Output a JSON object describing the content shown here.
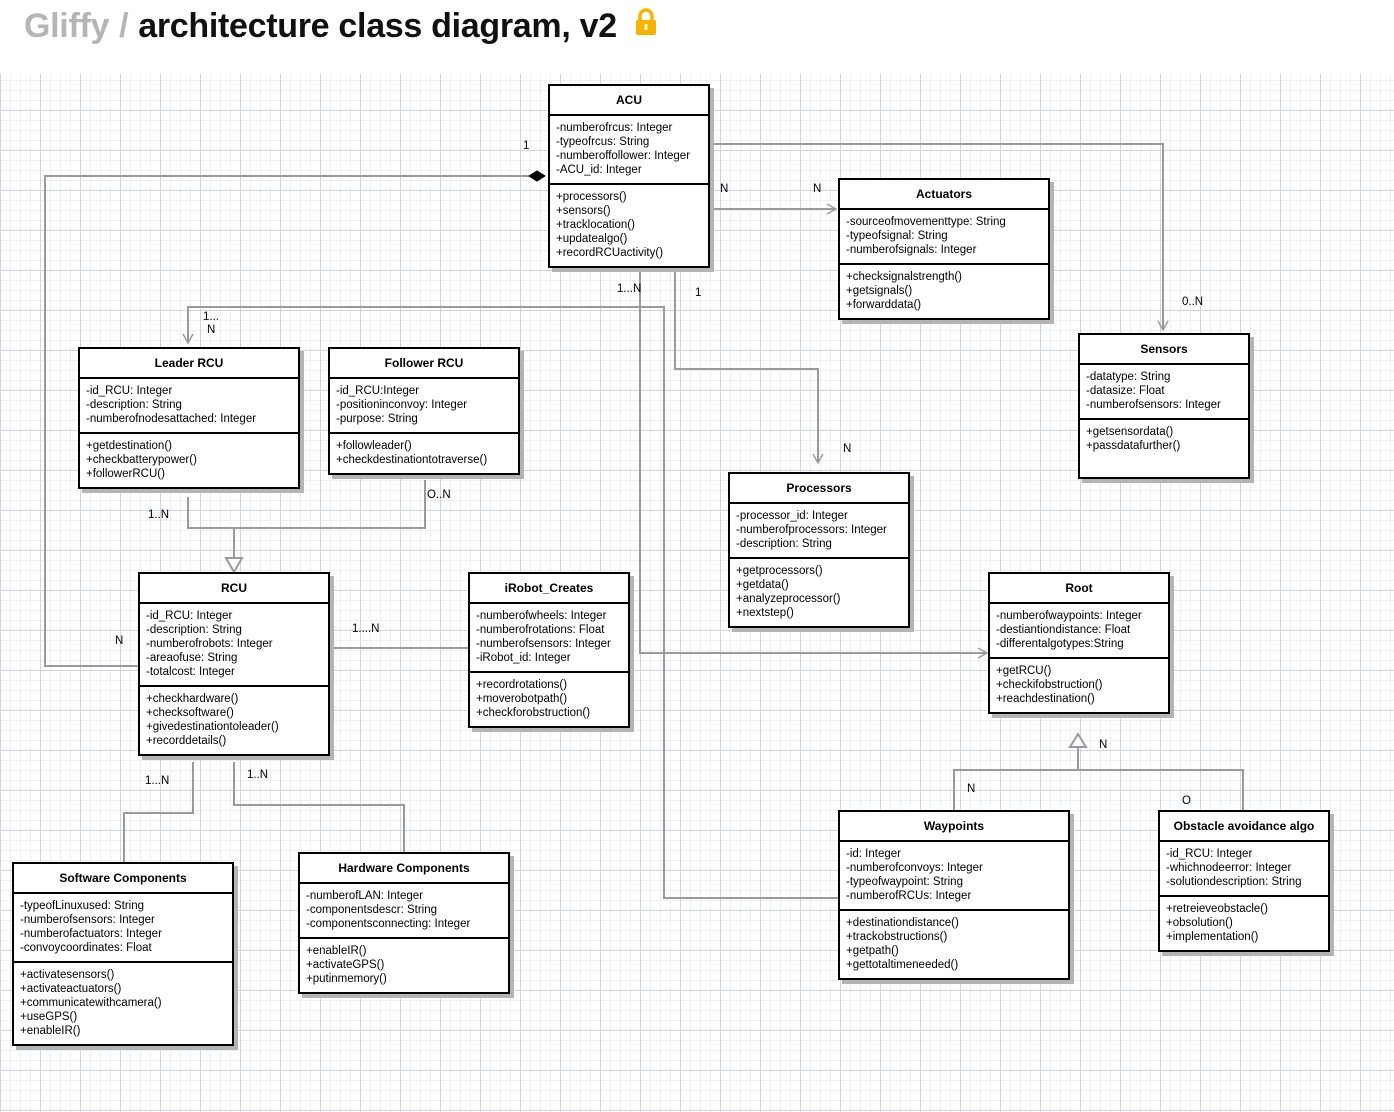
{
  "header": {
    "brand": "Gliffy",
    "separator": "/",
    "title": "architecture class diagram, v2",
    "lock_icon": "lock-icon",
    "lock_color": "#f5b400"
  },
  "colors": {
    "connector": "#9a9a9a",
    "grid": "#cfd3ea",
    "shadow": "#b4b4b4"
  },
  "classes": {
    "acu": {
      "name": "ACU",
      "attributes": [
        "-numberofrcus: Integer",
        "-typeofrcus: String",
        "-numberoffollower: Integer",
        "-ACU_id: Integer"
      ],
      "methods": [
        "+processors()",
        "+sensors()",
        "+tracklocation()",
        "+updatealgo()",
        "+recordRCUactivity()"
      ]
    },
    "actuators": {
      "name": "Actuators",
      "attributes": [
        "-sourceofmovementtype: String",
        "-typeofsignal: String",
        "-numberofsignals: Integer"
      ],
      "methods": [
        "+checksignalstrength()",
        "+getsignals()",
        "+forwarddata()"
      ]
    },
    "sensors": {
      "name": "Sensors",
      "attributes": [
        "-datatype: String",
        "-datasize: Float",
        "-numberofsensors: Integer"
      ],
      "methods": [
        "+getsensordata()",
        "+passdatafurther()"
      ]
    },
    "leader_rcu": {
      "name": "Leader RCU",
      "attributes": [
        "-id_RCU: Integer",
        "-description: String",
        "-numberofnodesattached: Integer"
      ],
      "methods": [
        "+getdestination()",
        "+checkbatterypower()",
        "+followerRCU()"
      ]
    },
    "follower_rcu": {
      "name": "Follower RCU",
      "attributes": [
        "-id_RCU:Integer",
        "-positioninconvoy: Integer",
        "-purpose: String"
      ],
      "methods": [
        "+followleader()",
        "+checkdestinationtotraverse()"
      ]
    },
    "processors": {
      "name": "Processors",
      "attributes": [
        "-processor_id: Integer",
        "-numberofprocessors: Integer",
        "-description: String"
      ],
      "methods": [
        "+getprocessors()",
        "+getdata()",
        "+analyzeprocessor()",
        "+nextstep()"
      ]
    },
    "rcu": {
      "name": "RCU",
      "attributes": [
        "-id_RCU: Integer",
        "-description: String",
        "-numberofrobots: Integer",
        "-areaofuse: String",
        "-totalcost: Integer"
      ],
      "methods": [
        "+checkhardware()",
        "+checksoftware()",
        "+givedestinationtoleader()",
        "+recorddetails()"
      ]
    },
    "irobot": {
      "name": "iRobot_Creates",
      "attributes": [
        "-numberofwheels: Integer",
        "-numberofrotations: Float",
        "-numberofsensors: Integer",
        "-iRobot_id: Integer"
      ],
      "methods": [
        "+recordrotations()",
        "+moverobotpath()",
        "+checkforobstruction()"
      ]
    },
    "root": {
      "name": "Root",
      "attributes": [
        "-numberofwaypoints: Integer",
        "-destiantiondistance: Float",
        "-differentalgotypes:String"
      ],
      "methods": [
        "+getRCU()",
        "+checkifobstruction()",
        "+reachdestination()"
      ]
    },
    "waypoints": {
      "name": "Waypoints",
      "attributes": [
        "-id: Integer",
        "-numberofconvoys: Integer",
        "-typeofwaypoint: String",
        "-numberofRCUs: Integer"
      ],
      "methods": [
        "+destinationdistance()",
        "+trackobstructions()",
        "+getpath()",
        "+gettotaltimeneeded()"
      ]
    },
    "obstacle": {
      "name": "Obstacle avoidance algo",
      "attributes": [
        "-id_RCU: Integer",
        "-whichnodeerror: Integer",
        "-solutiondescription: String"
      ],
      "methods": [
        "+retreieveobstacle()",
        "+obsolution()",
        "+implementation()"
      ]
    },
    "software": {
      "name": "Software Components",
      "attributes": [
        "-typeofLinuxused: String",
        "-numberofsensors: Integer",
        "-numberofactuators: Integer",
        "-convoycoordinates: Float"
      ],
      "methods": [
        "+activatesensors()",
        "+activateactuators()",
        "+communicatewithcamera()",
        "+useGPS()",
        "+enableIR()"
      ]
    },
    "hardware": {
      "name": "Hardware Components",
      "attributes": [
        "-numberofLAN: Integer",
        "-componentsdescr: String",
        "-componentsconnecting: Integer"
      ],
      "methods": [
        "+enableIR()",
        "+activateGPS()",
        "+putinmemory()"
      ]
    }
  },
  "labels": {
    "acu_one": "1",
    "acu_act_n1": "N",
    "acu_act_n2": "N",
    "acu_bottom_1n": "1...N",
    "acu_bottom_1": "1",
    "sensors_0n": "0..N",
    "leader_1n_a": "1...",
    "leader_1n_b": "N",
    "processors_n": "N",
    "follower_0n": "O..N",
    "leader_bottom_1n": "1..N",
    "rcu_n": "N",
    "rcu_irobot_1n": "1....N",
    "root_n": "N",
    "waypoints_n": "N",
    "obstacle_o": "O",
    "rcu_sw_1n": "1...N",
    "rcu_hw_1n": "1..N"
  }
}
